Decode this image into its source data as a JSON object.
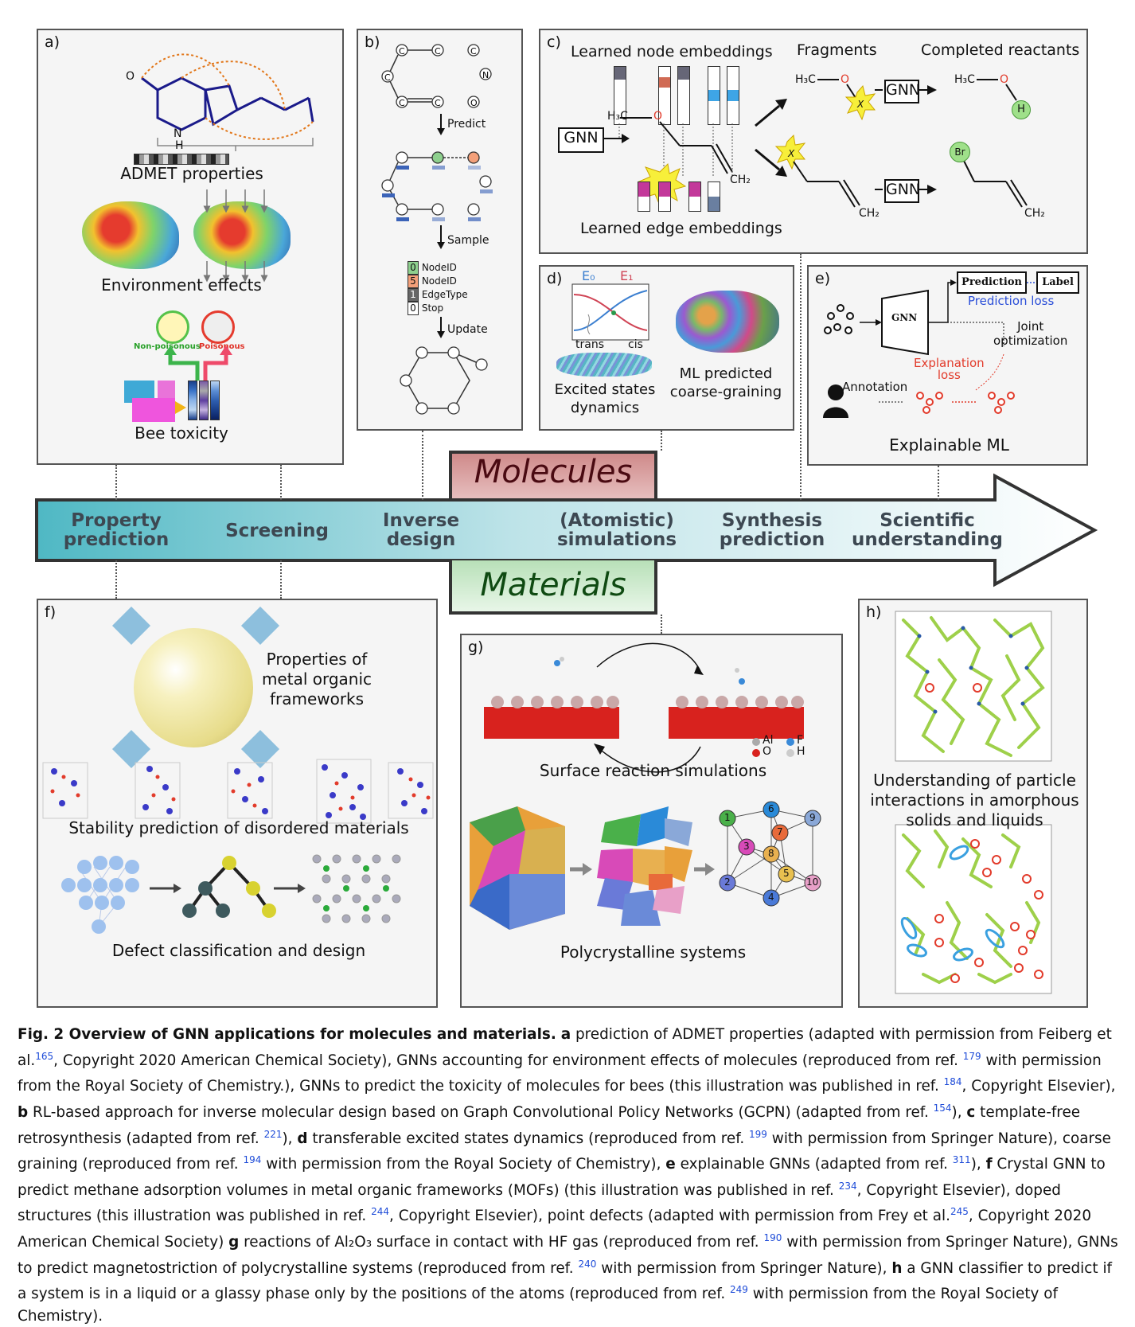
{
  "panels": {
    "a": {
      "label": "a)",
      "admet": "ADMET properties",
      "environment": "Environment effects",
      "non_poisonous": "Non-poisonous",
      "poisonous": "Poisonous",
      "bee_toxicity": "Bee toxicity",
      "atom_n": "N",
      "atom_h": "H",
      "atom_o": "O"
    },
    "b": {
      "label": "b)",
      "predict": "Predict",
      "sample": "Sample",
      "update": "Update",
      "legend": [
        {
          "code": "0",
          "text": "NodeID",
          "color": "#8ed08e"
        },
        {
          "code": "5",
          "text": "NodeID",
          "color": "#f3a07a"
        },
        {
          "code": "1",
          "text": "EdgeType",
          "color": "#666666"
        },
        {
          "code": "0",
          "text": "Stop",
          "color": "#ffffff"
        }
      ],
      "atom_c": "C",
      "atom_n": "N",
      "atom_o": "O"
    },
    "c": {
      "label": "c)",
      "node_emb": "Learned node embeddings",
      "fragments": "Fragments",
      "completed": "Completed reactants",
      "edge_emb": "Learned edge embeddings",
      "gnn": "GNN",
      "h3c": "H₃C",
      "o": "O",
      "ch2": "CH₂",
      "h": "H",
      "br": "Br",
      "x": "X"
    },
    "d": {
      "label": "d)",
      "e0": "E₀",
      "e1": "E₁",
      "trans": "trans",
      "cis": "cis",
      "excited": "Excited states\ndynamics",
      "coarse": "ML predicted\ncoarse-graining"
    },
    "e": {
      "label": "e)",
      "prediction": "Prediction",
      "label_box": "Label",
      "prediction_loss": "Prediction loss",
      "joint": "Joint\noptimization",
      "explanation_loss": "Explanation\nloss",
      "annotation": "Annotation",
      "explainable": "Explainable ML",
      "gnn": "GNN"
    },
    "f": {
      "label": "f)",
      "mof": "Properties of\nmetal organic\nframeworks",
      "stability": "Stability prediction of disordered materials",
      "defect": "Defect classification and design"
    },
    "g": {
      "label": "g)",
      "surface": "Surface reaction simulations",
      "poly": "Polycrystalline systems",
      "legend": [
        "Al",
        "F",
        "O",
        "H"
      ],
      "grains": [
        "1",
        "2",
        "3",
        "4",
        "5",
        "6",
        "7",
        "8",
        "9",
        "10"
      ]
    },
    "h": {
      "label": "h)",
      "text": "Understanding of particle\ninteractions in amorphous\nsolids and liquids"
    }
  },
  "banner": {
    "molecules": "Molecules",
    "materials": "Materials",
    "stages": [
      "Property\nprediction",
      "Screening",
      "Inverse\ndesign",
      "(Atomistic)\nsimulations",
      "Synthesis\nprediction",
      "Scientific\nunderstanding"
    ]
  },
  "caption": {
    "title": "Fig. 2 Overview of GNN applications for molecules and materials.",
    "segments": [
      {
        "bold": "a",
        "text": " prediction of ADMET properties (adapted with permission from Feiberg et al.",
        "ref": "165",
        "after": ", Copyright 2020 American Chemical Society), GNNs accounting for environment effects of molecules (reproduced from ref. "
      },
      {
        "ref": "179",
        "after": " with permission from the Royal Society of Chemistry.), GNNs to predict the toxicity of molecules for bees (this illustration was published in ref. "
      },
      {
        "ref": "184",
        "after": ", Copyright Elsevier), "
      },
      {
        "bold": "b",
        "text": " RL-based approach for inverse molecular design based on Graph Convolutional Policy Networks (GCPN) (adapted from ref. ",
        "ref": "154",
        "after": "), "
      },
      {
        "bold": "c",
        "text": " template-free retrosynthesis (adapted from ref. ",
        "ref": "221",
        "after": "), "
      },
      {
        "bold": "d",
        "text": " transferable excited states dynamics (reproduced from ref. ",
        "ref": "199",
        "after": " with permission from Springer Nature), coarse graining (reproduced from ref. "
      },
      {
        "ref": "194",
        "after": " with permission from the Royal Society of Chemistry), "
      },
      {
        "bold": "e",
        "text": " explainable GNNs (adapted from ref. ",
        "ref": "311",
        "after": "), "
      },
      {
        "bold": "f",
        "text": " Crystal GNN to predict methane adsorption volumes in metal organic frameworks (MOFs) (this illustration was published in ref. ",
        "ref": "234",
        "after": ", Copyright Elsevier), doped structures (this illustration was published in ref. "
      },
      {
        "ref": "244",
        "after": ", Copyright Elsevier), point defects (adapted with permission from Frey et al."
      },
      {
        "ref": "245",
        "after": ", Copyright 2020 American Chemical Society) "
      },
      {
        "bold": "g",
        "text": " reactions of Al₂O₃ surface in contact with HF gas (reproduced from ref. ",
        "ref": "190",
        "after": " with permission from Springer Nature), GNNs to predict magnetostriction of polycrystalline systems (reproduced from ref. "
      },
      {
        "ref": "240",
        "after": " with permission from Springer Nature), "
      },
      {
        "bold": "h",
        "text": " a GNN classifier to predict if a system is in a liquid or a glassy phase only by the positions of the atoms (reproduced from ref. ",
        "ref": "249",
        "after": " with permission from the Royal Society of Chemistry)."
      }
    ]
  }
}
